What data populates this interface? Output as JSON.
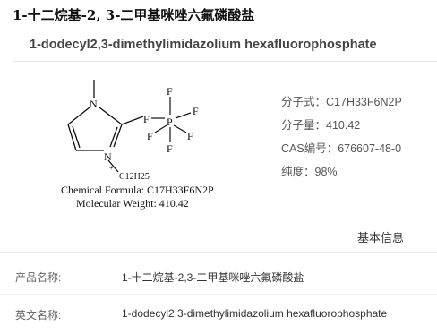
{
  "header": {
    "title_cn": "1-十二烷基-2, 3-二甲基咪唑六氟磷酸盐",
    "title_en": "1-dodecyl2,3-dimethylimidazolium hexafluorophosphate"
  },
  "structure": {
    "atom_N_top": "N",
    "atom_N_bottom": "N",
    "atom_P": "P",
    "atom_F": "F",
    "charge_minus": "−",
    "charge_plus": "+",
    "substituent": "C12H25",
    "formula_text": "Chemical Formula: C17H33F6N2P",
    "weight_text": "Molecular Weight: 410.42"
  },
  "properties": [
    {
      "label": "分子式：",
      "value": "C17H33F6N2P"
    },
    {
      "label": "分子量：",
      "value": "410.42"
    },
    {
      "label": "CAS编号：",
      "value": "676607-48-0"
    },
    {
      "label": "纯度：",
      "value": "98%"
    }
  ],
  "section_title": "基本信息",
  "info_rows": [
    {
      "label": "产品名称:",
      "value": "1-十二烷基-2,3-二甲基咪唑六氟磷酸盐"
    },
    {
      "label": "英文名称:",
      "value": "1-dodecyl2,3-dimethylimidazolium hexafluorophosphate"
    }
  ]
}
